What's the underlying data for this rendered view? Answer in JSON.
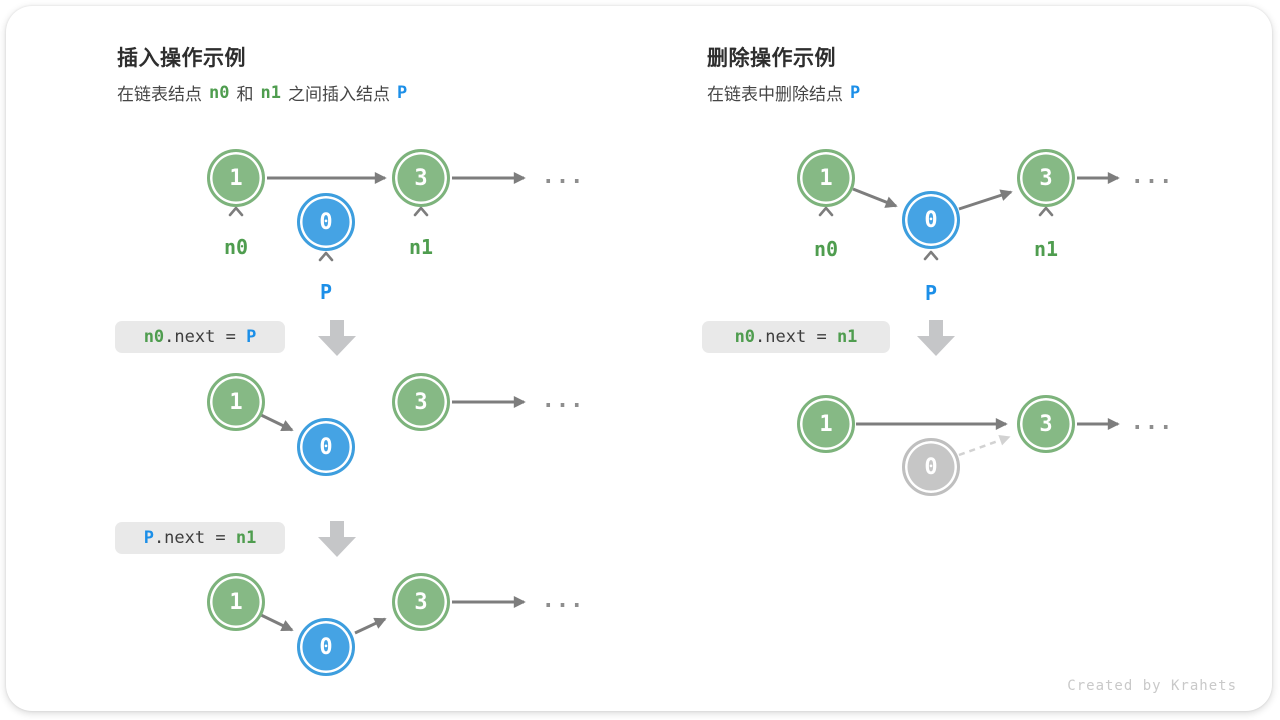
{
  "canvas": {
    "watermark": "Created by Krahets"
  },
  "colors": {
    "node_green": "#86b985",
    "node_blue": "#45a3e4",
    "node_grey": "#c6c6c6",
    "label_green": "#4f9d4f",
    "label_blue": "#1c8fe8",
    "arrow_grey": "#7d7d7d",
    "code_bg": "#e9e9e9",
    "block_arrow": "#c5c6c8"
  },
  "shared": {
    "node1": "1",
    "node3": "3",
    "node0": "0",
    "label_n0": "n0",
    "label_n1": "n1",
    "label_p": "P",
    "ellipsis": "..."
  },
  "icons": {
    "caret": "caret-up-icon",
    "down_arrow": "arrow-down-icon",
    "link_arrow": "arrow-right-icon",
    "dashed_arrow": "dashed-arrow-icon"
  },
  "insert": {
    "title": "插入操作示例",
    "subtitle": {
      "t1": "在链表结点",
      "n0": "n0",
      "t2": "和",
      "n1": "n1",
      "t3": "之间插入结点",
      "p": "P"
    },
    "code1": {
      "lhs": "n0",
      "mid": ".next = ",
      "rhs": "P"
    },
    "code2": {
      "lhs": "P",
      "mid": ".next = ",
      "rhs": "n1"
    }
  },
  "delete": {
    "title": "删除操作示例",
    "subtitle": {
      "t1": "在链表中删除结点",
      "p": "P"
    },
    "code1": {
      "lhs": "n0",
      "mid": ".next = ",
      "rhs": "n1"
    }
  }
}
